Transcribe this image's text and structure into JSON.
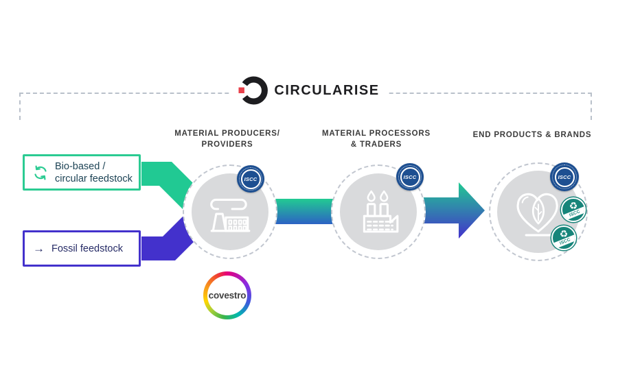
{
  "brand": {
    "name": "CIRCULARISE"
  },
  "columns": [
    {
      "line1": "MATERIAL PRODUCERS/",
      "line2": "PROVIDERS"
    },
    {
      "line1": "MATERIAL PROCESSORS",
      "line2": "& TRADERS"
    },
    {
      "line1": "END PRODUCTS & BRANDS"
    }
  ],
  "inputs": {
    "bio": {
      "line1": "Bio-based /",
      "line2": "circular feedstock"
    },
    "fossil": {
      "label": "Fossil feedstock",
      "arrow_glyph": "→"
    }
  },
  "badges": {
    "iscc_label": "ISCC",
    "recycle_glyph": "♻"
  },
  "partner": {
    "name": "covestro"
  },
  "colors": {
    "bio_green": "#2bcb92",
    "fossil_indigo": "#4331cc",
    "gradient_blue": "#2c62c4",
    "badge_blue": "#1d4f91",
    "badge_teal": "#17857a",
    "brand_black": "#1d1d20",
    "brand_red": "#e8414b",
    "node_gray": "#d9dadc"
  }
}
